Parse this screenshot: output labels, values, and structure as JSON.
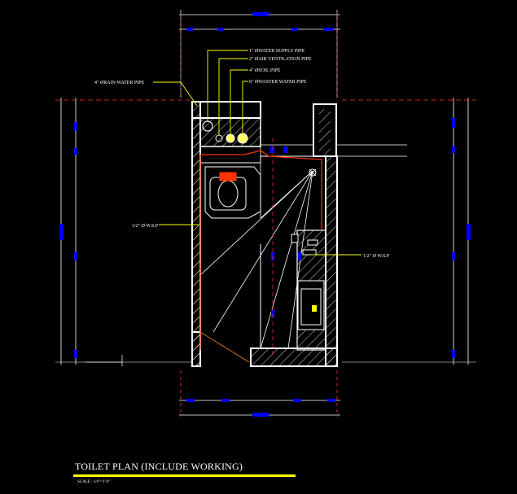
{
  "colors": {
    "background": "#000000",
    "wall": "#ffffff",
    "leader": "#ffff00",
    "dimension": "#0000ff",
    "centerline": "#ff0000",
    "pipe": "#ff3300",
    "fixture": "#ffff00"
  },
  "labels": {
    "water_supply": "1\" ØWATER SUPPLY PIPE",
    "air_vent": "2\" ØAIR VENTILATION PIPE",
    "soil": "4\" ØSOIL PIPE",
    "waste": "6\" ØWASTER WATER PIPE",
    "rain": "4\" ØRAIN WATER PIPE",
    "wsp_left": "1/2\" Ø W.S.P",
    "wsp_right": "1/2\" Ø W.S.P"
  },
  "title": "TOILET PLAN (INCLUDE WORKING)",
  "scale": "SCALE : 1/4\"=1'-0\""
}
